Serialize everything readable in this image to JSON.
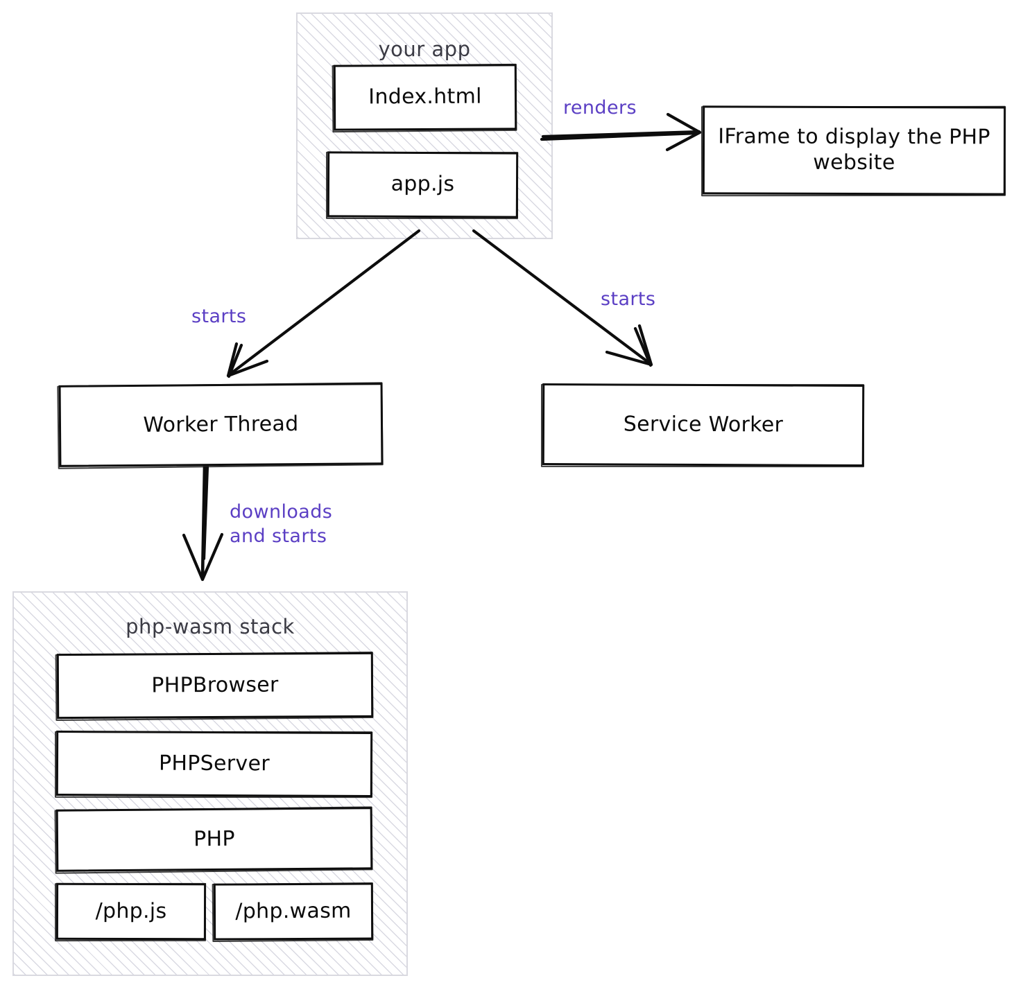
{
  "diagram": {
    "title": "php-wasm architecture diagram",
    "accent_color": "#5b3fc4",
    "stroke_color": "#0d0d0d",
    "hatch_color": "#d9d9e2",
    "group_title_color": "#3b3b44"
  },
  "groups": {
    "your_app": {
      "title": "your app"
    },
    "php_wasm_stack": {
      "title": "php-wasm stack"
    }
  },
  "nodes": {
    "index_html": {
      "label": "Index.html"
    },
    "app_js": {
      "label": "app.js"
    },
    "iframe": {
      "label": "IFrame to display the\nPHP website"
    },
    "worker_thread": {
      "label": "Worker Thread"
    },
    "service_worker": {
      "label": "Service Worker"
    },
    "php_browser": {
      "label": "PHPBrowser"
    },
    "php_server": {
      "label": "PHPServer"
    },
    "php": {
      "label": "PHP"
    },
    "php_js": {
      "label": "/php.js"
    },
    "php_wasm": {
      "label": "/php.wasm"
    }
  },
  "edges": {
    "renders": {
      "label": "renders",
      "from": "your_app",
      "to": "iframe"
    },
    "starts_worker": {
      "label": "starts",
      "from": "app_js",
      "to": "worker_thread"
    },
    "starts_service_worker": {
      "label": "starts",
      "from": "app_js",
      "to": "service_worker"
    },
    "downloads_and_starts": {
      "label": "downloads\nand starts",
      "from": "worker_thread",
      "to": "php_wasm_stack"
    }
  }
}
